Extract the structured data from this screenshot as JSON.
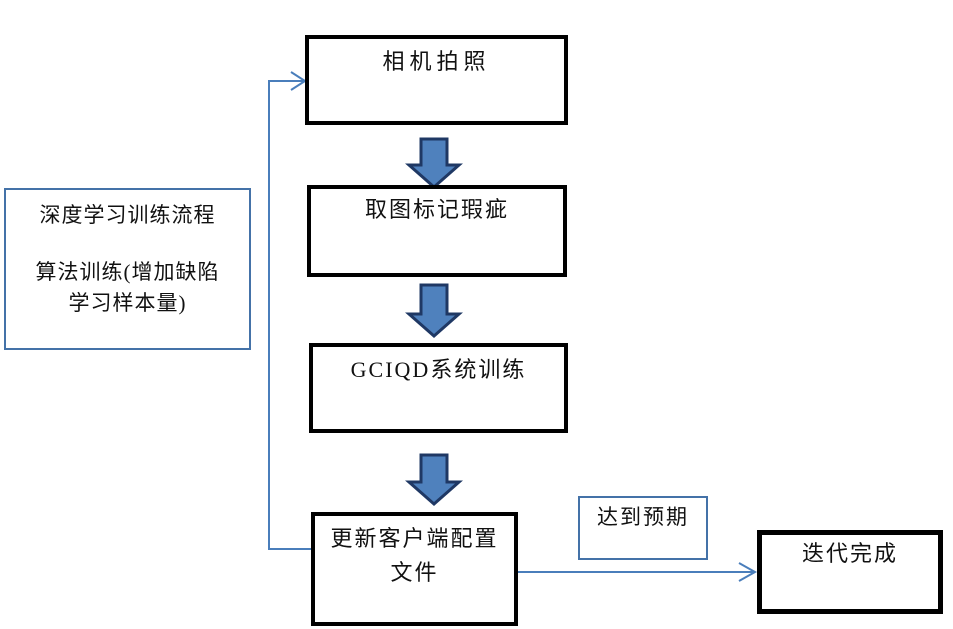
{
  "nodes": {
    "camera": {
      "label": "相机拍照"
    },
    "mark": {
      "label": "取图标记瑕疵"
    },
    "train": {
      "label": "GCIQD系统训练"
    },
    "update": {
      "line1": "更新客户端配置",
      "line2": "文件"
    },
    "done": {
      "label": "迭代完成"
    },
    "expect": {
      "label": "达到预期"
    },
    "note": {
      "line1": "深度学习训练流程",
      "line2": "算法训练(增加缺陷",
      "line3": "学习样本量)"
    }
  },
  "colors": {
    "background": "#ffffff",
    "box_fill": "#ffffff",
    "box_border": "#000000",
    "note_border": "#4472a8",
    "connector": "#4a7ebb",
    "arrow_fill": "#4f81bd",
    "arrow_outline": "#1f3864",
    "text": "#111111"
  }
}
